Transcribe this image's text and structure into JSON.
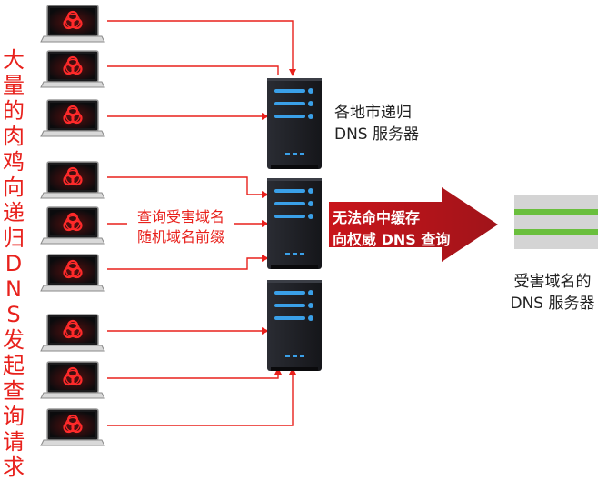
{
  "side_label": "大量的肉鸡向递归DNS发起查询请求",
  "resolver_label": [
    "各地市递归",
    "DNS 服务器"
  ],
  "attack_label": [
    "查询受害域名",
    "随机域名前缀"
  ],
  "arrow_label": [
    "无法命中缓存",
    "向权威 DNS 查询"
  ],
  "victim_label": [
    "受害域名的",
    "DNS 服务器"
  ],
  "bot_icon": "biohazard-icon",
  "colors": {
    "accent": "#e8211c",
    "server": "#1b1d22",
    "server_led": "#3aa0e8",
    "victim_stripe": "#6abf3d"
  }
}
